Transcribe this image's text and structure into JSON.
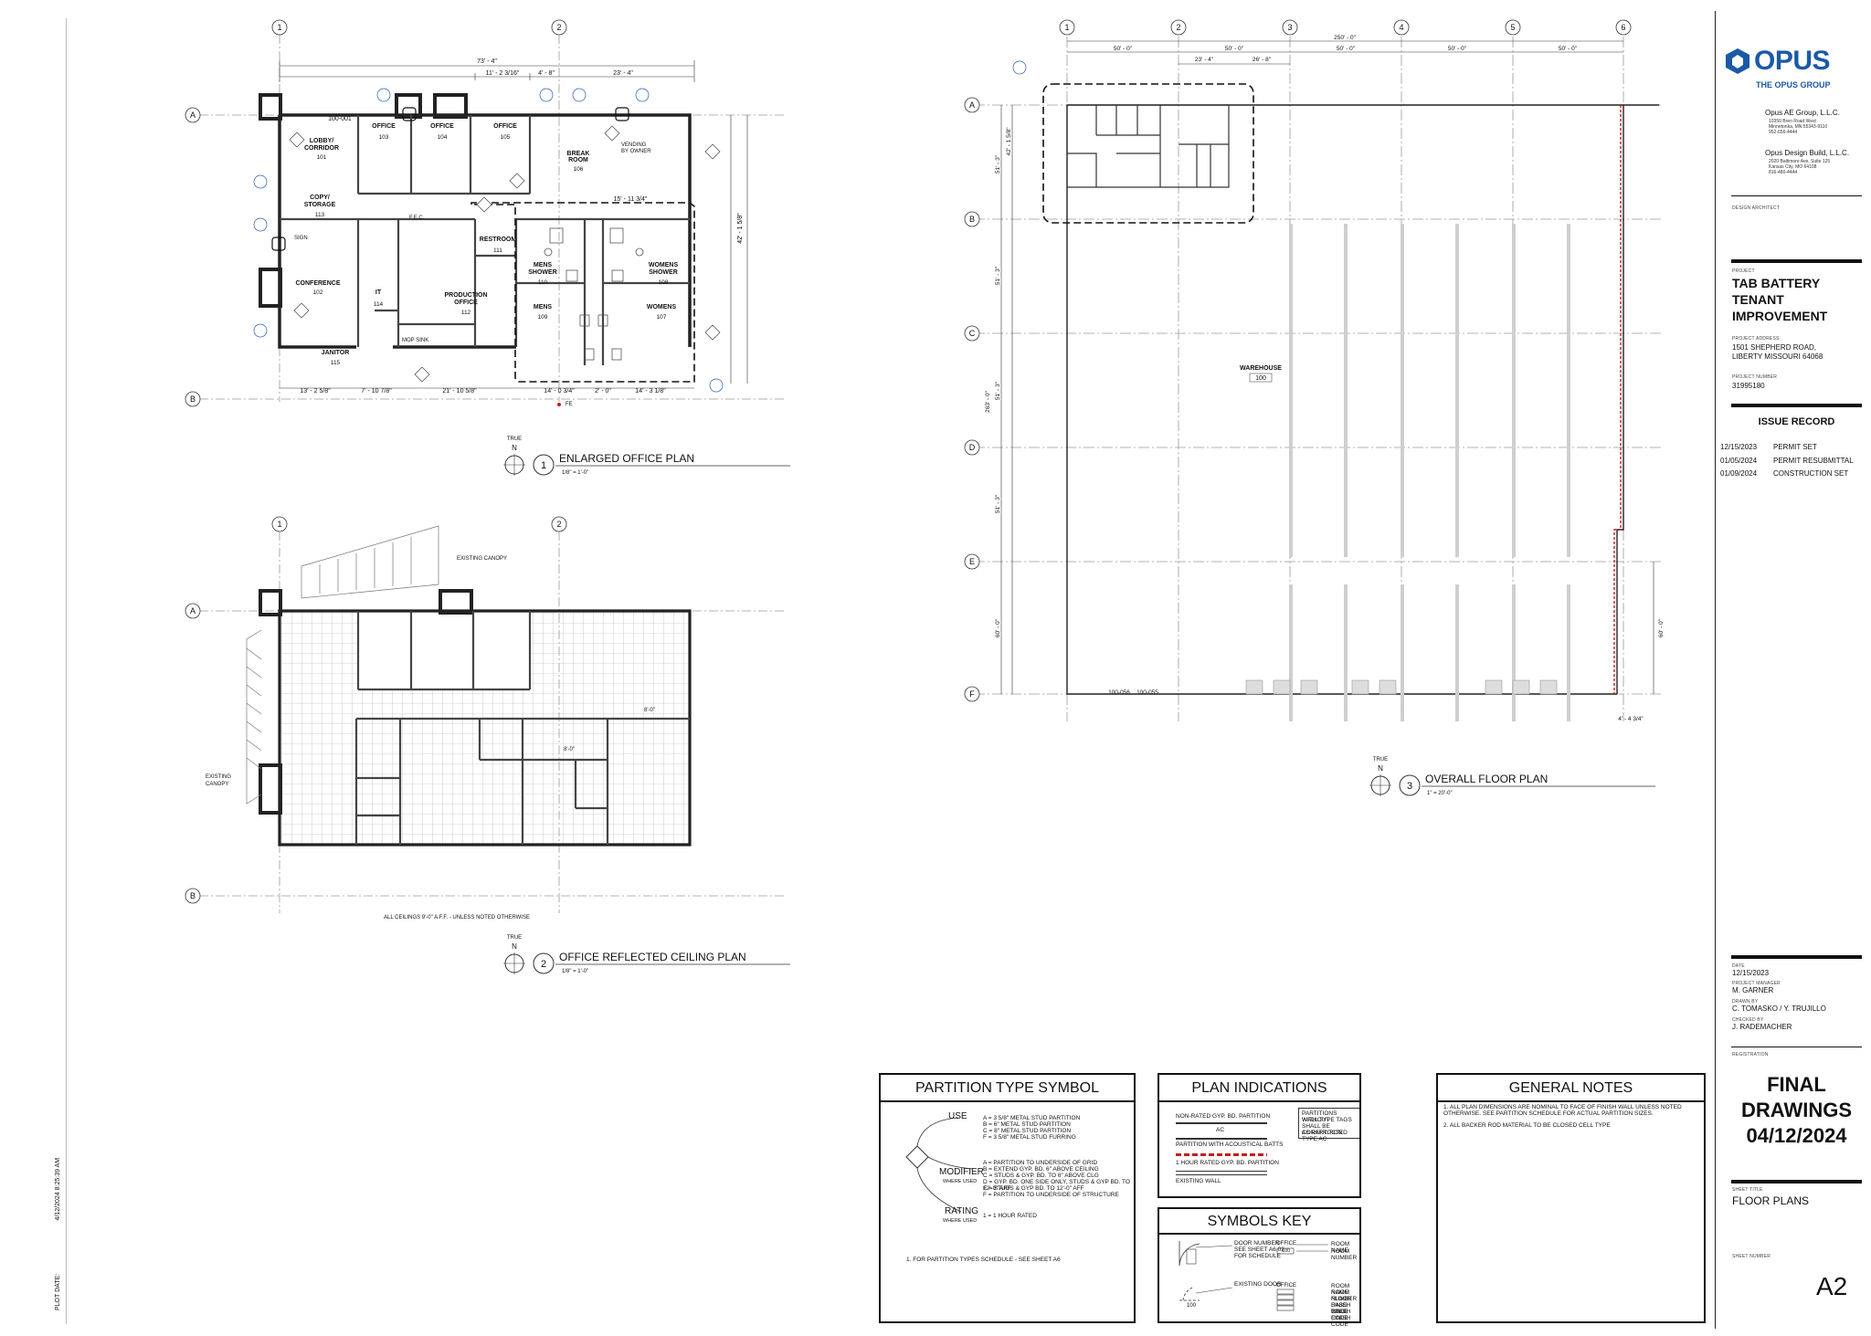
{
  "plot": {
    "label": "PLOT DATE:",
    "value": "4/12/2024 8:25:39 AM"
  },
  "views": {
    "enlarged": {
      "number": "1",
      "title": "ENLARGED OFFICE PLAN",
      "scale": "1/8\" = 1'-0\"",
      "north": "TRUE",
      "n": "N"
    },
    "rcp": {
      "number": "2",
      "title": "OFFICE REFLECTED CEILING PLAN",
      "scale": "1/8\" = 1'-0\"",
      "north": "TRUE",
      "n": "N",
      "note": "ALL CEILINGS 9'-0\" A.F.F. - UNLESS NOTED OTHERWISE",
      "canopy1": "EXISTING CANOPY",
      "canopy2a": "EXISTING",
      "canopy2b": "CANOPY",
      "ht1": "8'-0\"",
      "ht2": "8'-0\""
    },
    "overall": {
      "number": "3",
      "title": "OVERALL FLOOR PLAN",
      "scale": "1\" = 20'-0\"",
      "north": "TRUE",
      "n": "N",
      "room": "WAREHOUSE",
      "room_no": "100"
    }
  },
  "grids_small": {
    "cols": [
      "1",
      "2"
    ],
    "rows": [
      "A",
      "B"
    ]
  },
  "grids_large": {
    "cols": [
      "1",
      "2",
      "3",
      "4",
      "5",
      "6"
    ],
    "rows": [
      "A",
      "B",
      "C",
      "D",
      "E",
      "F"
    ]
  },
  "dims_overall": {
    "total": "250' - 0\"",
    "bay": "50' - 0\"",
    "sub1": "23' - 4\"",
    "sub2": "26' - 8\"",
    "height": "263' - 0\"",
    "r1": "51' - 3\"",
    "r2": "42' - 1 5/8\"",
    "r5": "60' - 0\"",
    "r6": "60' - 0\"",
    "small": "4' - 4 3/4\"",
    "d1": "100-056",
    "d2": "100-055"
  },
  "rooms": [
    {
      "name": "LOBBY/",
      "name2": "CORRIDOR",
      "no": "101"
    },
    {
      "name": "OFFICE",
      "no": "103"
    },
    {
      "name": "OFFICE",
      "no": "104"
    },
    {
      "name": "OFFICE",
      "no": "105"
    },
    {
      "name": "BREAK",
      "name2": "ROOM",
      "no": "106"
    },
    {
      "name": "COPY/",
      "name2": "STORAGE",
      "no": "113"
    },
    {
      "name": "CONFERENCE",
      "no": "102"
    },
    {
      "name": "IT",
      "no": "114"
    },
    {
      "name": "PRODUCTION",
      "name2": "OFFICE",
      "no": "112"
    },
    {
      "name": "RESTROOM",
      "no": "111"
    },
    {
      "name": "MENS",
      "name2": "SHOWER",
      "no": "110"
    },
    {
      "name": "WOMENS",
      "name2": "SHOWER",
      "no": "108"
    },
    {
      "name": "MENS",
      "no": "109"
    },
    {
      "name": "WOMENS",
      "no": "107"
    },
    {
      "name": "JANITOR",
      "no": "115"
    }
  ],
  "misc_notes": {
    "vending": "VENDING",
    "vending2": "BY OWNER",
    "mop": "MOP SINK",
    "sign": "SIGN",
    "fe": "FE",
    "fec": "F.E.C.",
    "dim_total": "73' - 4\"",
    "dim_a": "11' - 2 3/16\"",
    "dim_b": "4' - 8\"",
    "dim_c": "23' - 4\"",
    "dim_d": "13' - 2 5/8\"",
    "dim_e": "7' - 10 7/8\"",
    "dim_f": "21' - 10 5/8\"",
    "dim_g": "14' - 0 3/4\"",
    "dim_h": "2' - 0\"",
    "dim_i": "14' - 3 1/8\"",
    "dim_j": "42' - 1 5/8\"",
    "dim_k": "15' - 11 3/4\"",
    "door": "100-001"
  },
  "titleblock": {
    "logo": "OPUS",
    "logo_sub": "THE OPUS GROUP",
    "firm1": "Opus AE Group, L.L.C.",
    "firm1_addr": "10350 Bren Road West",
    "firm1_addr2": "Minnetonka, MN 55343-9110",
    "firm1_phone": "952-656-4444",
    "firm2": "Opus Design Build, L.L.C.",
    "firm2_addr": "2020 Baltimore Ave, Suite 125",
    "firm2_addr2": "Kansas City, MO 64108",
    "firm2_phone": "816-480-4444",
    "design_architect": "DESIGN ARCHITECT",
    "project_label": "PROJECT",
    "project": [
      "TAB BATTERY",
      "TENANT",
      "IMPROVEMENT"
    ],
    "address_label": "PROJECT ADDRESS",
    "address1": "1501 SHEPHERD ROAD,",
    "address2": "LIBERTY MISSOURI 64068",
    "number_label": "PROJECT NUMBER",
    "number": "31995180",
    "issue_title": "ISSUE RECORD",
    "issues": [
      {
        "date": "12/15/2023",
        "desc": "PERMIT SET"
      },
      {
        "date": "01/05/2024",
        "desc": "PERMIT RESUBMITTAL"
      },
      {
        "date": "01/09/2024",
        "desc": "CONSTRUCTION SET"
      }
    ],
    "date_label": "DATE",
    "date": "12/15/2023",
    "pm_label": "PROJECT MANAGER",
    "pm": "M. GARNER",
    "drawn_label": "DRAWN BY",
    "drawn": "C. TOMASKO / Y. TRUJILLO",
    "checked_label": "CHECKED BY",
    "checked": "J. RADEMACHER",
    "registration_label": "REGISTRATION",
    "final1": "FINAL",
    "final2": "DRAWINGS",
    "final3": "04/12/2024",
    "sheet_title_label": "SHEET TITLE",
    "sheet_title": "FLOOR PLANS",
    "sheet_number_label": "SHEET NUMBER",
    "sheet_number": "A2"
  },
  "partition": {
    "title": "PARTITION TYPE SYMBOL",
    "use": "USE",
    "modifier": "MODIFIER",
    "where_used": "WHERE USED",
    "rating": "RATING",
    "where_used2": "WHERE USED",
    "use_items": [
      "A = 3 5/8\" METAL STUD PARTITION",
      "B = 6\" METAL STUD PARTITION",
      "C = 8\" METAL STUD PARTITION",
      "F = 3 5/8\" METAL STUD FURRING"
    ],
    "mod_items": [
      "A = PARTITION TO UNDERSIDE OF GRID",
      "B = EXTEND GYP. BD. 6\" ABOVE CEILING",
      "C = STUDS & GYP. BD. TO 6\" ABOVE CLG",
      "D = GYP. BD. ONE SIDE ONLY, STUDS & GYP BD. TO 12'-0\" AFF",
      "E = STUDS & GYP BD. TO 12'-0\" AFF",
      "F = PARTITION TO UNDERSIDE OF STRUCTURE"
    ],
    "rating_item": "1 = 1 HOUR RATED",
    "note": "1.    FOR PARTITION TYPES SCHEDULE - SEE SHEET A6"
  },
  "plan_ind": {
    "title": "PLAN INDICATIONS",
    "nonrated": "NON-RATED GYP. BD. PARTITION",
    "ac": "AC",
    "acoustic": "PARTITION WITH ACOUSTICAL BATTS",
    "rated": "1 HOUR RATED GYP. BD. PARTITION",
    "existing": "EXISTING WALL",
    "box": [
      "PARTITIONS WITHOUT",
      "WALL TYPE TAGS",
      "SHALL BE CONSTRUCTED",
      "AS PARTITION TYPE AC"
    ]
  },
  "symbols": {
    "title": "SYMBOLS KEY",
    "door_num": [
      "DOOR NUMBER",
      "SEE SHEET A6.02",
      "FOR SCHEDULE"
    ],
    "existing_door": "EXISTING DOOR",
    "tag_office": "OFFICE",
    "tag_no": "100",
    "room_name": "ROOM NAME",
    "room_number": "ROOM NUMBER",
    "finish": [
      "ROOM NAME",
      "ROOM NUMBER",
      "FLOOR FINISH CODE",
      "BASE FINISH CODE",
      "WALL FINISH CODE"
    ]
  },
  "general": {
    "title": "GENERAL NOTES",
    "notes": [
      "1.    ALL PLAN DIMENSIONS ARE NOMINAL TO FACE OF FINISH WALL UNLESS NOTED OTHERWISE. SEE PARTITION SCHEDULE FOR ACTUAL PARTITION SIZES.",
      "2.    ALL BACKER ROD MATERIAL TO BE CLOSED CELL TYPE"
    ]
  },
  "colors": {
    "ink": "#111111",
    "accent": "#1a5aa6",
    "rated": "#c0201a",
    "grid": "#9a9a9a"
  }
}
